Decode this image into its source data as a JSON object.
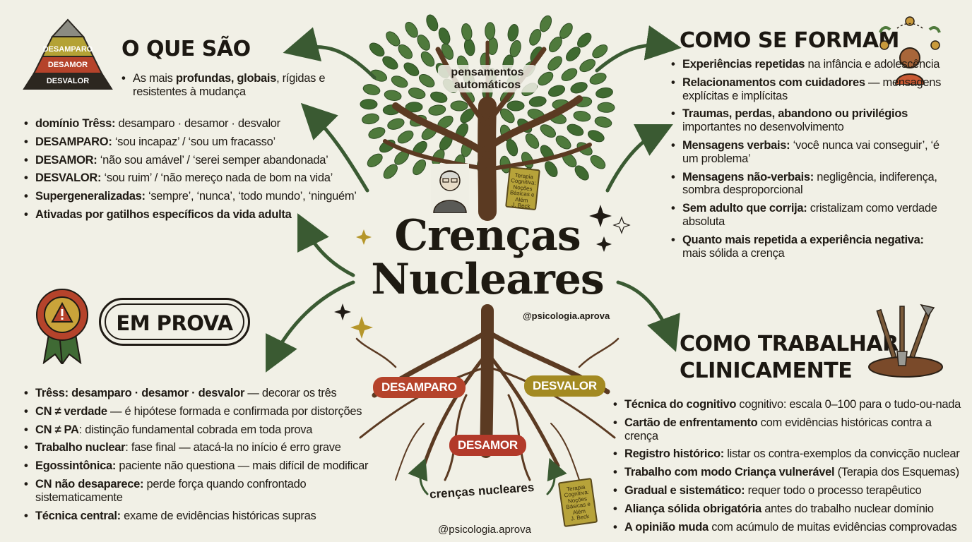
{
  "pyramid": {
    "top": "DESAMPARO",
    "middle": "DESAMOR",
    "bottom": "DESVALOR"
  },
  "que_sao": {
    "title": "O QUE SÃO",
    "subtitle": [
      "As mais ",
      "profundas, globais",
      ", rígidas e resistentes à mudança"
    ],
    "items": [
      {
        "bold": "domínio Trêss:",
        "text": " desamparo · desamor · desvalor"
      },
      {
        "bold": "DESAMPARO:",
        "text": " ‘sou incapaz’ / ‘sou um fracasso’"
      },
      {
        "bold": "DESAMOR:",
        "text": " ‘não sou amável’ / ‘serei semper abandonada’"
      },
      {
        "bold": "DESVALOR:",
        "text": " ‘sou ruim’ / ‘não mereço nada de bom na vida’"
      },
      {
        "bold": "Supergeneralizadas:",
        "text": " ‘sempre’, ‘nunca’, ‘todo mundo’, ‘ninguém’"
      },
      {
        "bold": "Ativadas por gatilhos específicos da vida adulta",
        "text": ""
      }
    ]
  },
  "como_formam": {
    "title": "COMO SE FORMAM",
    "items": [
      {
        "bold": "Experiências repetidas",
        "text": " na infância e adolescência"
      },
      {
        "bold": "Relacionamentos com cuidadores",
        "text": " — mensagens explícitas e implícitas"
      },
      {
        "bold": "Traumas, perdas, abandono ou privilégios",
        "text": " importantes no desenvolvimento"
      },
      {
        "bold": "Mensagens verbais:",
        "text": " ‘você nunca vai conseguir’, ‘é um problema’"
      },
      {
        "bold": "Mensagens não-verbais:",
        "text": " negligência, indiferença, sombra desproporcional"
      },
      {
        "bold": "Sem adulto que corrija:",
        "text": " cristalizam como verdade absoluta"
      },
      {
        "bold": "Quanto mais repetida a experiência negativa:",
        "text": " mais sólida a crença"
      }
    ]
  },
  "em_prova": {
    "title": "EM PROVA",
    "items": [
      {
        "bold": "Trêss: desamparo · desamor · desvalor",
        "text": " — decorar os três"
      },
      {
        "bold": "CN ≠ verdade",
        "text": " — é hipótese formada e confirmada por distorções"
      },
      {
        "bold": "CN ≠ PA",
        "text": ": distinção fundamental cobrada em toda prova"
      },
      {
        "bold": "Trabalho nuclear",
        "text": ": fase final — atacá-la no início é erro grave"
      },
      {
        "bold": "Egossintônica:",
        "text": " paciente não questiona — mais difícil de modificar"
      },
      {
        "bold": "CN não desaparece:",
        "text": " perde força quando confrontado sistematicamente"
      },
      {
        "bold": "Técnica central:",
        "text": " exame de evidências históricas supras"
      }
    ]
  },
  "como_trabalhar": {
    "title_line1": "COMO TRABALHAR",
    "title_line2": "CLINICAMENTE",
    "items": [
      {
        "bold": "Técnica do cognitivo",
        "text": " cognitivo: escala 0–100 para o tudo-ou-nada"
      },
      {
        "bold": "Cartão de enfrentamento",
        "text": " com evidências históricas contra a crença"
      },
      {
        "bold": "Registro histórico:",
        "text": " listar os contra-exemplos da convicção nuclear"
      },
      {
        "bold": "Trabalho com modo Criança vulnerável",
        "text": " (Terapia dos Esquemas)"
      },
      {
        "bold": "Gradual e sistemático:",
        "text": " requer todo o processo terapêutico"
      },
      {
        "bold": "Aliança sólida obrigatória",
        "text": " antes do trabalho nuclear domínio"
      },
      {
        "bold": "A opinião muda",
        "text": " com acúmulo de muitas evidências comprovadas"
      }
    ]
  },
  "center": {
    "canopy_label_1": "pensamentos",
    "canopy_label_2": "automáticos",
    "title_line1": "Crenças",
    "title_line2": "Nucleares",
    "handle": "@psicologia.aprova",
    "root_label": "crenças nucleares",
    "badge_desamparo": "DESAMPARO",
    "badge_desvalor": "DESVALOR",
    "badge_desamor": "DESAMOR",
    "book_text": "Terapia Cognitiva: Noções Básicas e Além",
    "book_author": "J. Beck"
  },
  "footer_handle": "@psicologia.aprova",
  "colors": {
    "background": "#f1f0e6",
    "arrow_green": "#3a5a32",
    "leaf_green": "#4f7a3c",
    "trunk_brown": "#5b3a22",
    "badge_red": "#b5432b",
    "badge_olive": "#a38a22",
    "badge_dark_red": "#b23a2a"
  },
  "icons": [
    "mountain-pyramid-icon",
    "warning-ribbon-badge-icon",
    "family-network-icon",
    "garden-tools-icon",
    "sparkle-icon",
    "portrait-icon",
    "book-icon"
  ]
}
